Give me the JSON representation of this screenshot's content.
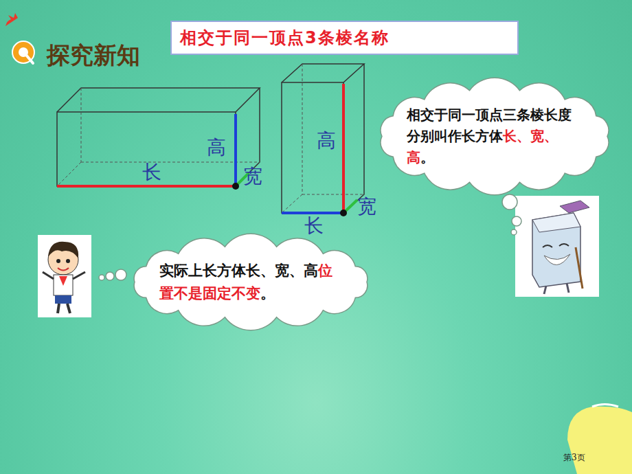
{
  "diagram": {
    "title": "相交于同一顶点3条棱名称",
    "nodes": [
      {
        "text": [
          "相交于同一顶点三条棱长度分别叫作长方体",
          "长、宽、高",
          "。"
        ]
      },
      {
        "text": [
          "实际上长方体长、宽、高",
          "位置不是固定不变",
          "。"
        ]
      }
    ],
    "labels": [
      "探究新知",
      "长",
      "高",
      "宽",
      "高",
      "长",
      "宽",
      "第3页"
    ]
  }
}
